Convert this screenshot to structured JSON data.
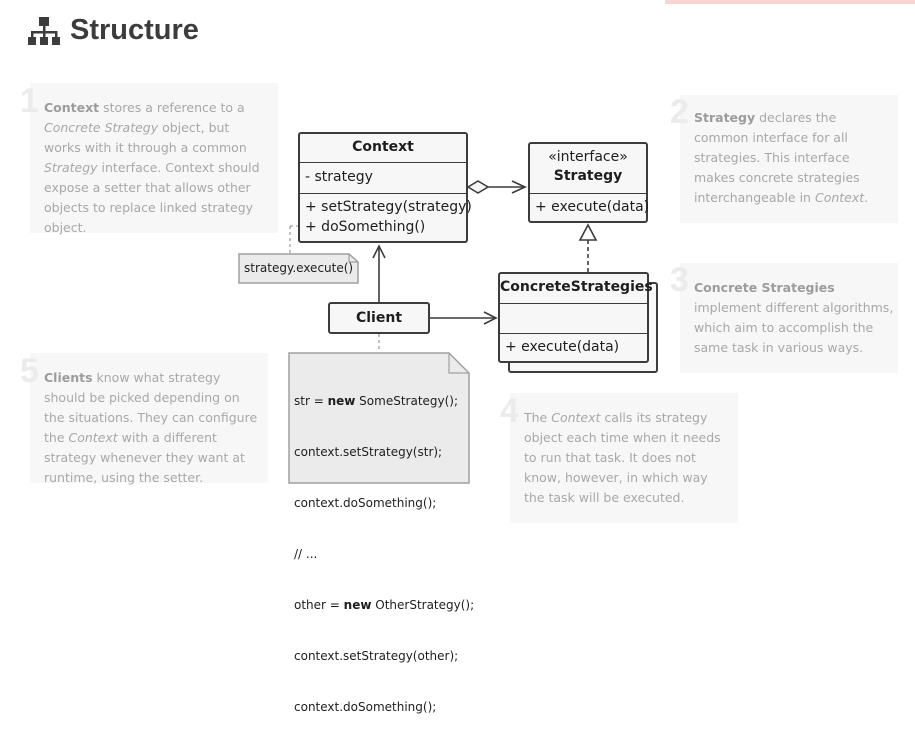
{
  "header": {
    "title": "Structure"
  },
  "notes": [
    {
      "num": "1",
      "parts": [
        {
          "t": "Context",
          "s": "b"
        },
        {
          "t": " stores a reference to a "
        },
        {
          "t": "Concrete Strategy",
          "s": "i"
        },
        {
          "t": " object, but works with it through a common "
        },
        {
          "t": "Strategy",
          "s": "i"
        },
        {
          "t": " interface. Context should expose a setter that allows other objects to replace linked strategy object."
        }
      ]
    },
    {
      "num": "2",
      "parts": [
        {
          "t": "Strategy",
          "s": "b"
        },
        {
          "t": " declares the common interface for all strategies. This interface makes concrete strategies interchangeable in "
        },
        {
          "t": "Context",
          "s": "i"
        },
        {
          "t": "."
        }
      ]
    },
    {
      "num": "3",
      "parts": [
        {
          "t": "Concrete Strategies",
          "s": "b"
        },
        {
          "t": " implement different algorithms, which aim to accomplish the same task in various ways."
        }
      ]
    },
    {
      "num": "4",
      "parts": [
        {
          "t": "The "
        },
        {
          "t": "Context",
          "s": "i"
        },
        {
          "t": " calls its strategy object each time when it needs to run that task. It does not know, however, in which way the task will be executed."
        }
      ]
    },
    {
      "num": "5",
      "parts": [
        {
          "t": "Clients",
          "s": "b"
        },
        {
          "t": " know what strategy should be picked depending on the situations. They can configure the "
        },
        {
          "t": "Context",
          "s": "i"
        },
        {
          "t": " with a different strategy whenever they want at runtime, using the setter."
        }
      ]
    }
  ],
  "context": {
    "title": "Context",
    "field": "- strategy",
    "method1": "+ setStrategy(strategy)",
    "method2": "+ doSomething()"
  },
  "strategy": {
    "stereotype": "«interface»",
    "title": "Strategy",
    "method": "+ execute(data)"
  },
  "concrete": {
    "title": "ConcreteStrategies",
    "method": "+ execute(data)"
  },
  "client": {
    "title": "Client"
  },
  "note_execute": "strategy.execute()",
  "code_lines": [
    [
      {
        "t": "str = "
      },
      {
        "t": "new",
        "s": "b"
      },
      {
        "t": " SomeStrategy();"
      }
    ],
    [
      {
        "t": "context.setStrategy(str);"
      }
    ],
    [
      {
        "t": "context.doSomething();"
      }
    ],
    [
      {
        "t": "// ..."
      }
    ],
    [
      {
        "t": "other = "
      },
      {
        "t": "new",
        "s": "b"
      },
      {
        "t": " OtherStrategy();"
      }
    ],
    [
      {
        "t": "context.setStrategy(other);"
      }
    ],
    [
      {
        "t": "context.doSomething();"
      }
    ]
  ]
}
